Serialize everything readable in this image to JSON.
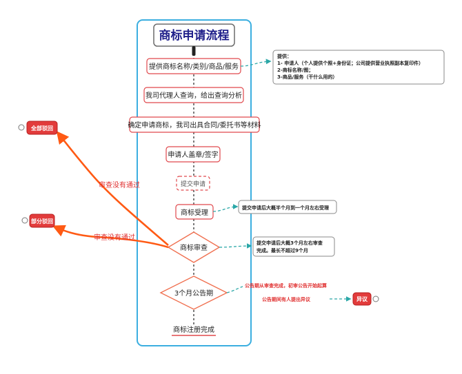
{
  "title": "商标申请流程",
  "steps": {
    "s1": "提供商标名称/类别/商品/服务",
    "s2": "我司代理人查询，给出查询分析",
    "s3": "确定申请商标，我司出具合同/委托书等材料",
    "s4": "申请人盖章/签字",
    "s5": "提交申请",
    "s6": "商标受理",
    "s7": "商标审查",
    "s8": "3个月公告期",
    "s9": "商标注册完成"
  },
  "notes": {
    "provide": [
      "提供：",
      "1- 申请人（个人提供个照+身份证；公司提供营业执照副本复印件）",
      "2-商标名称/图；",
      "3-商品/服务（干什么用的）"
    ],
    "accept": "提交申请后大概半个月到一个月左右受理",
    "review": [
      "提交申请后大概3个月左右审查",
      "完成。最长不超过9个月"
    ],
    "notice1": "公告期从审查完成，初审公告开始起算",
    "notice2": "公告期间有人提出异议"
  },
  "outcomes": {
    "full": "全部驳回",
    "partial": "部分驳回",
    "objection": "异议"
  },
  "labels": {
    "fail1": "审查没有通过",
    "fail2": "审查没有通过"
  },
  "colors": {
    "frame": "#3aaee0",
    "box_stroke": "#e0484c",
    "diamond_stroke": "#f07050",
    "dashed_link": "#2aa7a7",
    "orange_link": "#ff5a14",
    "outcome_fill": "#e23b3b",
    "accent_text": "#e03030"
  }
}
